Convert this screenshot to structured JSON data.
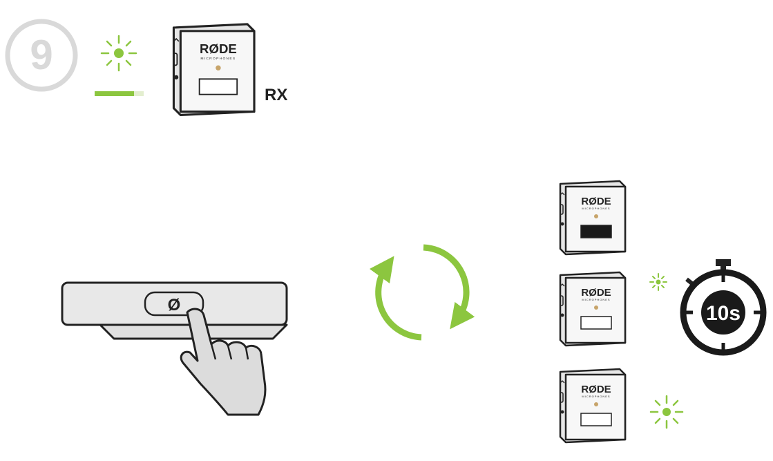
{
  "step": {
    "number": "9",
    "device_label": "RX"
  },
  "brand": {
    "logo": "RØDE",
    "sub": "MICROPHONES"
  },
  "controls": {
    "pair_button_symbol": "Ø"
  },
  "timer": {
    "label": "10s"
  },
  "colors": {
    "accent_green": "#8cc63f",
    "step_circle": "#d9d9d9",
    "outline": "#222222",
    "device_fill": "#f7f7f7",
    "device_side": "#e6e6e6",
    "button_bar": "#e8e8e8",
    "hand_fill": "#dcdcdc",
    "led": "#c7a46a",
    "timer_fill": "#1a1a1a"
  },
  "icons": [
    "step-number-circle",
    "led-blink-icon",
    "refresh-cycle-icon",
    "hand-pointer-icon",
    "stopwatch-icon"
  ]
}
